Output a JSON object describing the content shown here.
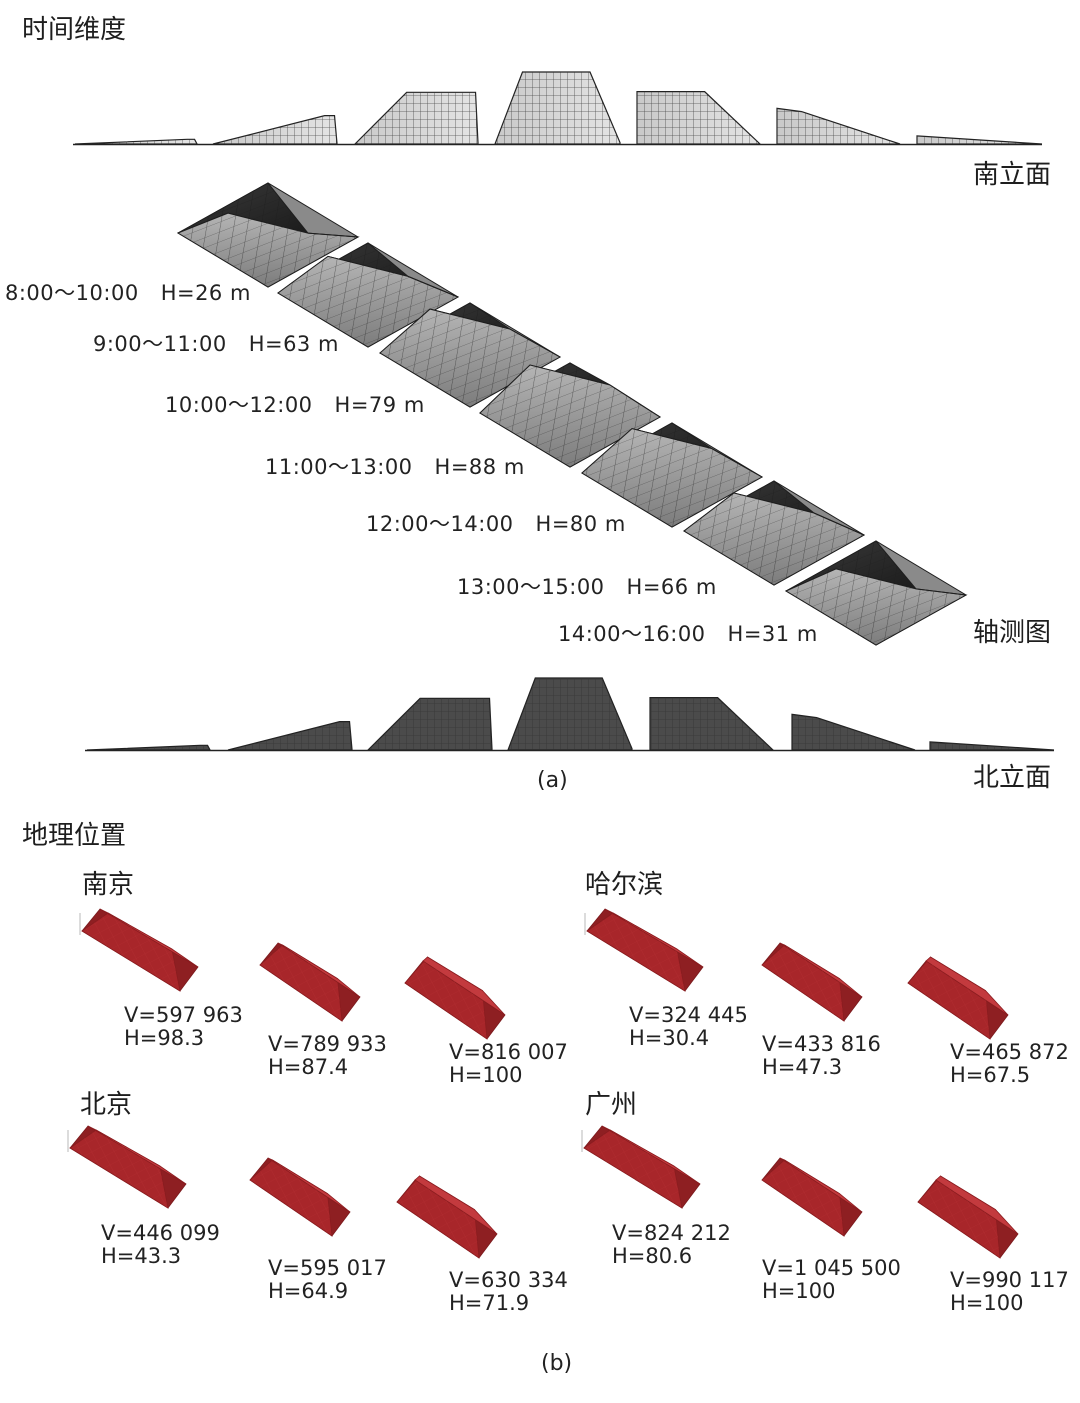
{
  "colors": {
    "mesh_light": "#d9d9d9",
    "mesh_mid": "#9a9a9a",
    "mesh_dark": "#2a2a2a",
    "envelope_red": "#a8262a"
  },
  "part_a": {
    "section_title": "时间维度",
    "views": {
      "south": "南立面",
      "axonometric": "轴测图",
      "north": "北立面"
    },
    "caption": "(a)",
    "slices": [
      {
        "time": "8:00～10:00",
        "height": "H=26 m",
        "h": 26
      },
      {
        "time": "9:00～11:00",
        "height": "H=63 m",
        "h": 63
      },
      {
        "time": "10:00～12:00",
        "height": "H=79 m",
        "h": 79
      },
      {
        "time": "11:00～13:00",
        "height": "H=88 m",
        "h": 88
      },
      {
        "time": "12:00～14:00",
        "height": "H=80 m",
        "h": 80
      },
      {
        "time": "13:00～15:00",
        "height": "H=66 m",
        "h": 66
      },
      {
        "time": "14:00～16:00",
        "height": "H=31 m",
        "h": 31
      }
    ]
  },
  "part_b": {
    "section_title": "地理位置",
    "caption": "(b)",
    "cities": [
      {
        "name": "南京",
        "models": [
          {
            "v": "V=597 963",
            "h": "H=98.3"
          },
          {
            "v": "V=789 933",
            "h": "H=87.4"
          },
          {
            "v": "V=816 007",
            "h": "H=100"
          }
        ]
      },
      {
        "name": "哈尔滨",
        "models": [
          {
            "v": "V=324 445",
            "h": "H=30.4"
          },
          {
            "v": "V=433 816",
            "h": "H=47.3"
          },
          {
            "v": "V=465 872",
            "h": "H=67.5"
          }
        ]
      },
      {
        "name": "北京",
        "models": [
          {
            "v": "V=446 099",
            "h": "H=43.3"
          },
          {
            "v": "V=595 017",
            "h": "H=64.9"
          },
          {
            "v": "V=630 334",
            "h": "H=71.9"
          }
        ]
      },
      {
        "name": "广州",
        "models": [
          {
            "v": "V=824 212",
            "h": "H=80.6"
          },
          {
            "v": "V=1 045 500",
            "h": "H=100"
          },
          {
            "v": "V=990 117",
            "h": "H=100"
          }
        ]
      }
    ]
  }
}
